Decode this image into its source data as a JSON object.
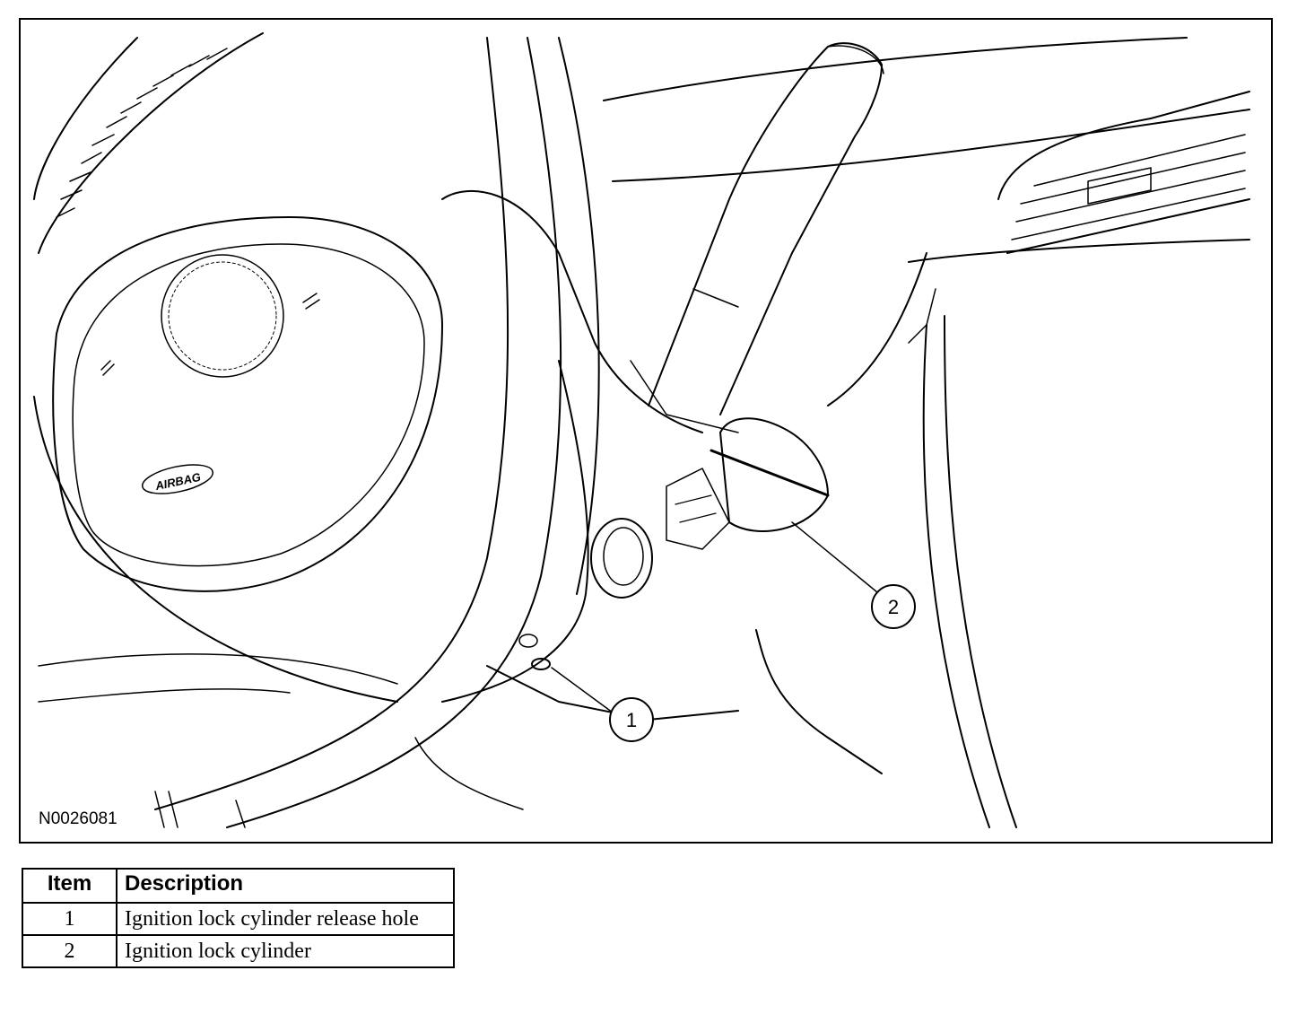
{
  "figure": {
    "id_label": "N0026081",
    "airbag_text": "AIRBAG",
    "callouts": [
      {
        "number": "1",
        "target": "Ignition lock cylinder release hole"
      },
      {
        "number": "2",
        "target": "Ignition lock cylinder"
      }
    ]
  },
  "legend": {
    "headers": {
      "item": "Item",
      "description": "Description"
    },
    "rows": [
      {
        "item": "1",
        "description": "Ignition lock cylinder release hole"
      },
      {
        "item": "2",
        "description": "Ignition lock cylinder"
      }
    ]
  }
}
